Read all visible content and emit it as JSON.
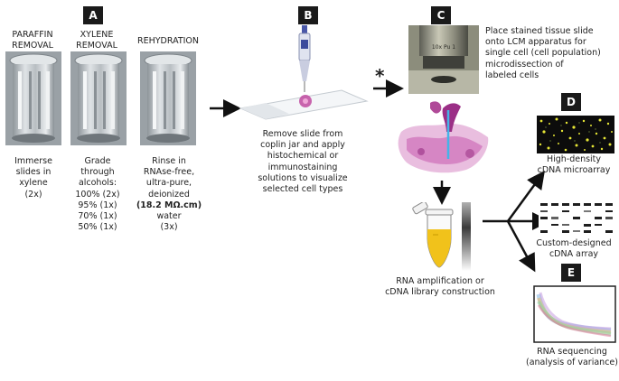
{
  "panels": {
    "A": {
      "badge": "A",
      "steps": [
        {
          "header": [
            "PARAFFIN",
            "REMOVAL"
          ],
          "caption": [
            "Immerse",
            "slides in",
            "xylene",
            "(2x)"
          ]
        },
        {
          "header": [
            "XYLENE",
            "REMOVAL"
          ],
          "caption": [
            "Grade",
            "through",
            "alcohols:",
            "100% (2x)",
            "95% (1x)",
            "70% (1x)",
            "50% (1x)"
          ]
        },
        {
          "header": [
            "REHYDRATION"
          ],
          "caption": [
            "Rinse in",
            "RNAse-free,",
            "ultra-pure,",
            "deionized",
            "(18.2 MΩ.cm)",
            "water",
            "(3x)"
          ]
        }
      ]
    },
    "B": {
      "badge": "B",
      "caption": [
        "Remove slide from",
        "coplin jar and apply",
        "histochemical or",
        "immunostaining",
        "solutions to visualize",
        "selected cell types"
      ]
    },
    "C": {
      "badge": "C",
      "caption": [
        "Place stained tissue slide",
        "onto LCM apparatus for",
        "single cell (cell population)",
        "microdissection of",
        "labeled cells"
      ],
      "asterisk": "*",
      "lens_text": "10x Pu 1"
    },
    "rna": {
      "caption": [
        "RNA amplification or",
        "cDNA library construction"
      ]
    },
    "D": {
      "badge": "D",
      "microarray_caption": [
        "High-density",
        "cDNA microarray"
      ],
      "custom_caption": [
        "Custom-designed",
        "cDNA array"
      ]
    },
    "E": {
      "badge": "E",
      "caption": [
        "RNA sequencing",
        "(analysis of variance)"
      ]
    }
  },
  "colors": {
    "badge": "#1a1a1a",
    "tissue": "#c04aa0",
    "rna_tube": "#f1c21b",
    "array_dot": "#e6e635",
    "arrow": "#111111"
  }
}
